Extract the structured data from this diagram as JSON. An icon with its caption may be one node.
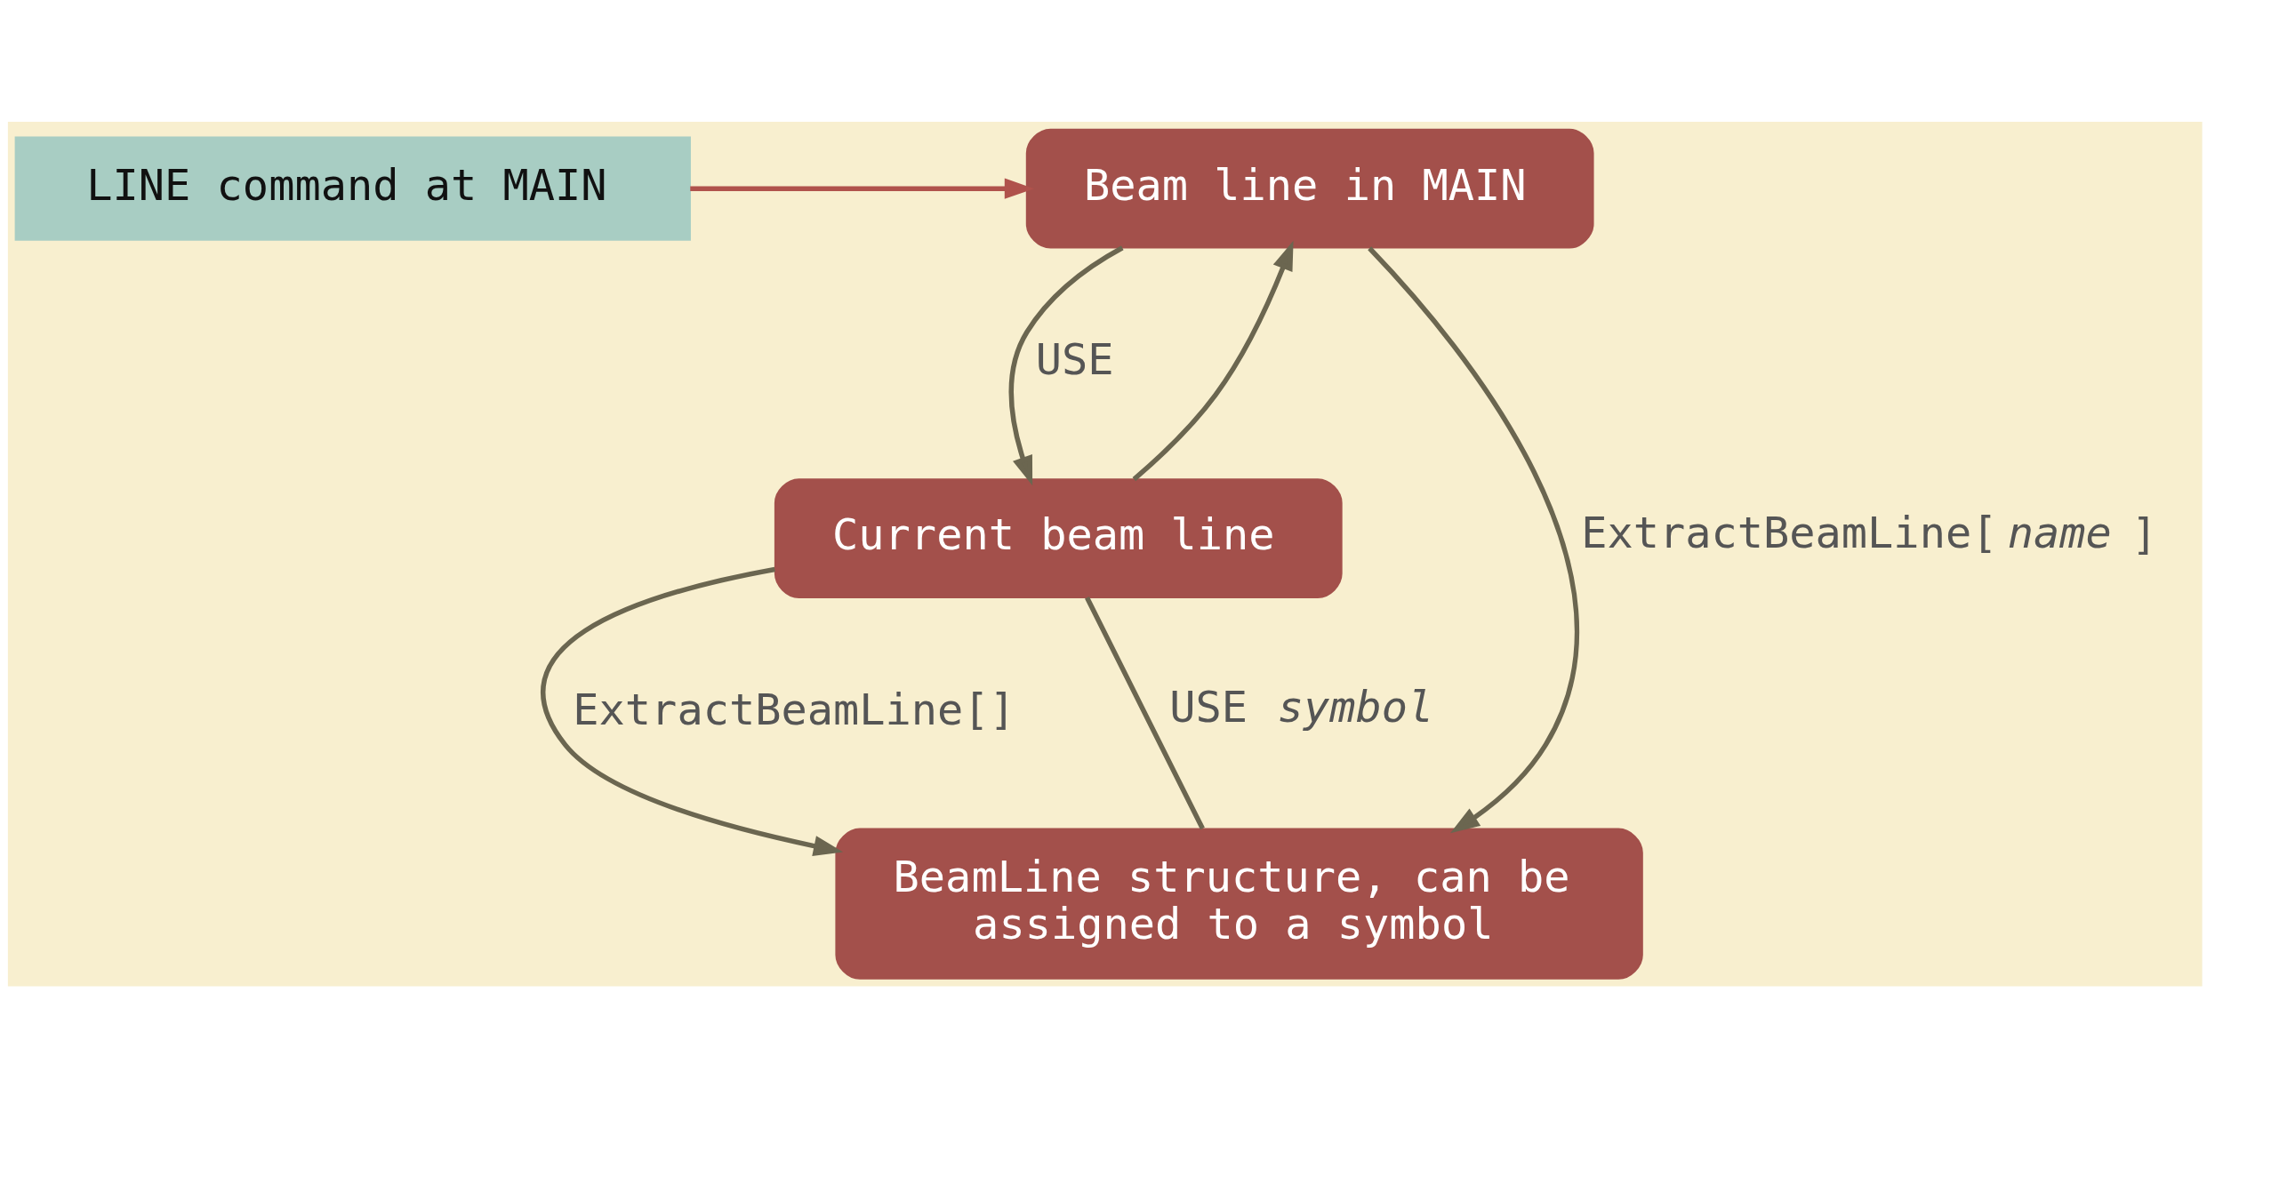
{
  "diagram": {
    "nodes": [
      {
        "text": [
          "LINE command at MAIN"
        ]
      },
      {
        "text": [
          "Beam line in MAIN"
        ]
      },
      {
        "text": [
          "Current beam line"
        ]
      },
      {
        "text": [
          "BeamLine structure, can be assigned to a symbol"
        ]
      }
    ],
    "edges": [
      {
        "from": 0,
        "to": 1,
        "arrow": "to",
        "color": "#b0524c"
      },
      {
        "from": 1,
        "to": 2,
        "arrow": "to",
        "label": "USE"
      },
      {
        "from": 2,
        "to": 1,
        "arrow": "to"
      },
      {
        "from": 1,
        "to": 3,
        "arrow": "to",
        "label": "ExtractBeamLine[*name*]"
      },
      {
        "from": 3,
        "to": 2,
        "arrow": "none",
        "label": "USE *symbol*"
      },
      {
        "from": 2,
        "to": 3,
        "arrow": "to",
        "label": "ExtractBeamLine[]"
      }
    ]
  }
}
